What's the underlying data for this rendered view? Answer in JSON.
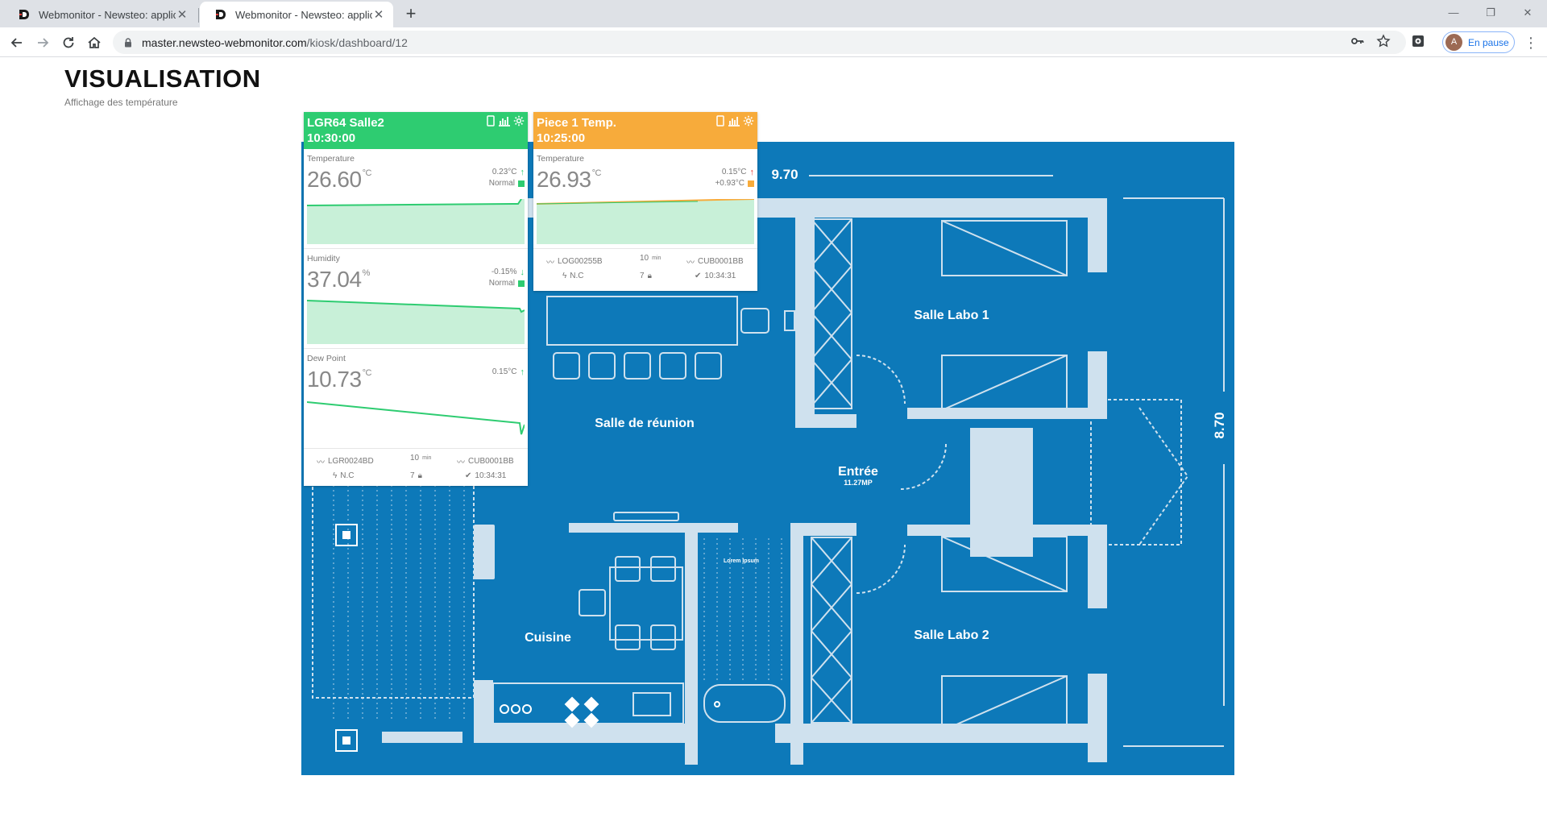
{
  "browser": {
    "tabs": [
      {
        "title": "Webmonitor - Newsteo: applicati",
        "close": "✕"
      },
      {
        "title": "Webmonitor - Newsteo: applicati",
        "close": "✕"
      }
    ],
    "new_tab": "+",
    "url_host": "master.newsteo-webmonitor.com",
    "url_path": "/kiosk/dashboard/12",
    "profile_initial": "A",
    "profile_label": "En pause",
    "window_controls": {
      "minimize": "—",
      "restore": "❐",
      "close": "✕"
    }
  },
  "page": {
    "title": "VISUALISATION",
    "subtitle": "Affichage des température"
  },
  "floorplan": {
    "background_color": "#0d79b9",
    "wall_color": "#cfe1ee",
    "width_label": "9.70",
    "height_label": "8.70",
    "rooms": {
      "salle_labo_1": "Salle Labo 1",
      "salle_reunion": "Salle de réunion",
      "entree": "Entrée",
      "entree_area": "11.27MP",
      "cuisine": "Cuisine",
      "salle_labo_2": "Salle Labo 2",
      "lorem": "Lorem Ipsum"
    }
  },
  "widgets": [
    {
      "name": "LGR64 Salle2",
      "time": "10:30:00",
      "header_color": "#2ecc71",
      "metrics": [
        {
          "label": "Temperature",
          "value": "26.60",
          "unit": "°C",
          "delta": "0.23°C",
          "status": "Normal",
          "trend": "up",
          "status_color": "#2ecc71"
        },
        {
          "label": "Humidity",
          "value": "37.04",
          "unit": "%",
          "delta": "-0.15%",
          "status": "Normal",
          "trend": "down",
          "status_color": "#2ecc71"
        },
        {
          "label": "Dew Point",
          "value": "10.73",
          "unit": "°C",
          "delta": "0.15°C",
          "status": "",
          "trend": "up",
          "status_color": ""
        }
      ],
      "footer": {
        "logger": "LGR0024BD",
        "interval": "10",
        "interval_unit": "min",
        "hub": "CUB0001BB",
        "power": "N.C",
        "count": "7",
        "last_seen": "10:34:31"
      }
    },
    {
      "name": "Piece 1 Temp.",
      "time": "10:25:00",
      "header_color": "#f7ab3b",
      "metrics": [
        {
          "label": "Temperature",
          "value": "26.93",
          "unit": "°C",
          "delta": "0.15°C",
          "status": "+0.93°C",
          "trend": "up",
          "status_color": "#f7ab3b"
        }
      ],
      "footer": {
        "logger": "LOG00255B",
        "interval": "10",
        "interval_unit": "min",
        "hub": "CUB0001BB",
        "power": "N.C",
        "count": "7",
        "last_seen": "10:34:31"
      }
    }
  ]
}
